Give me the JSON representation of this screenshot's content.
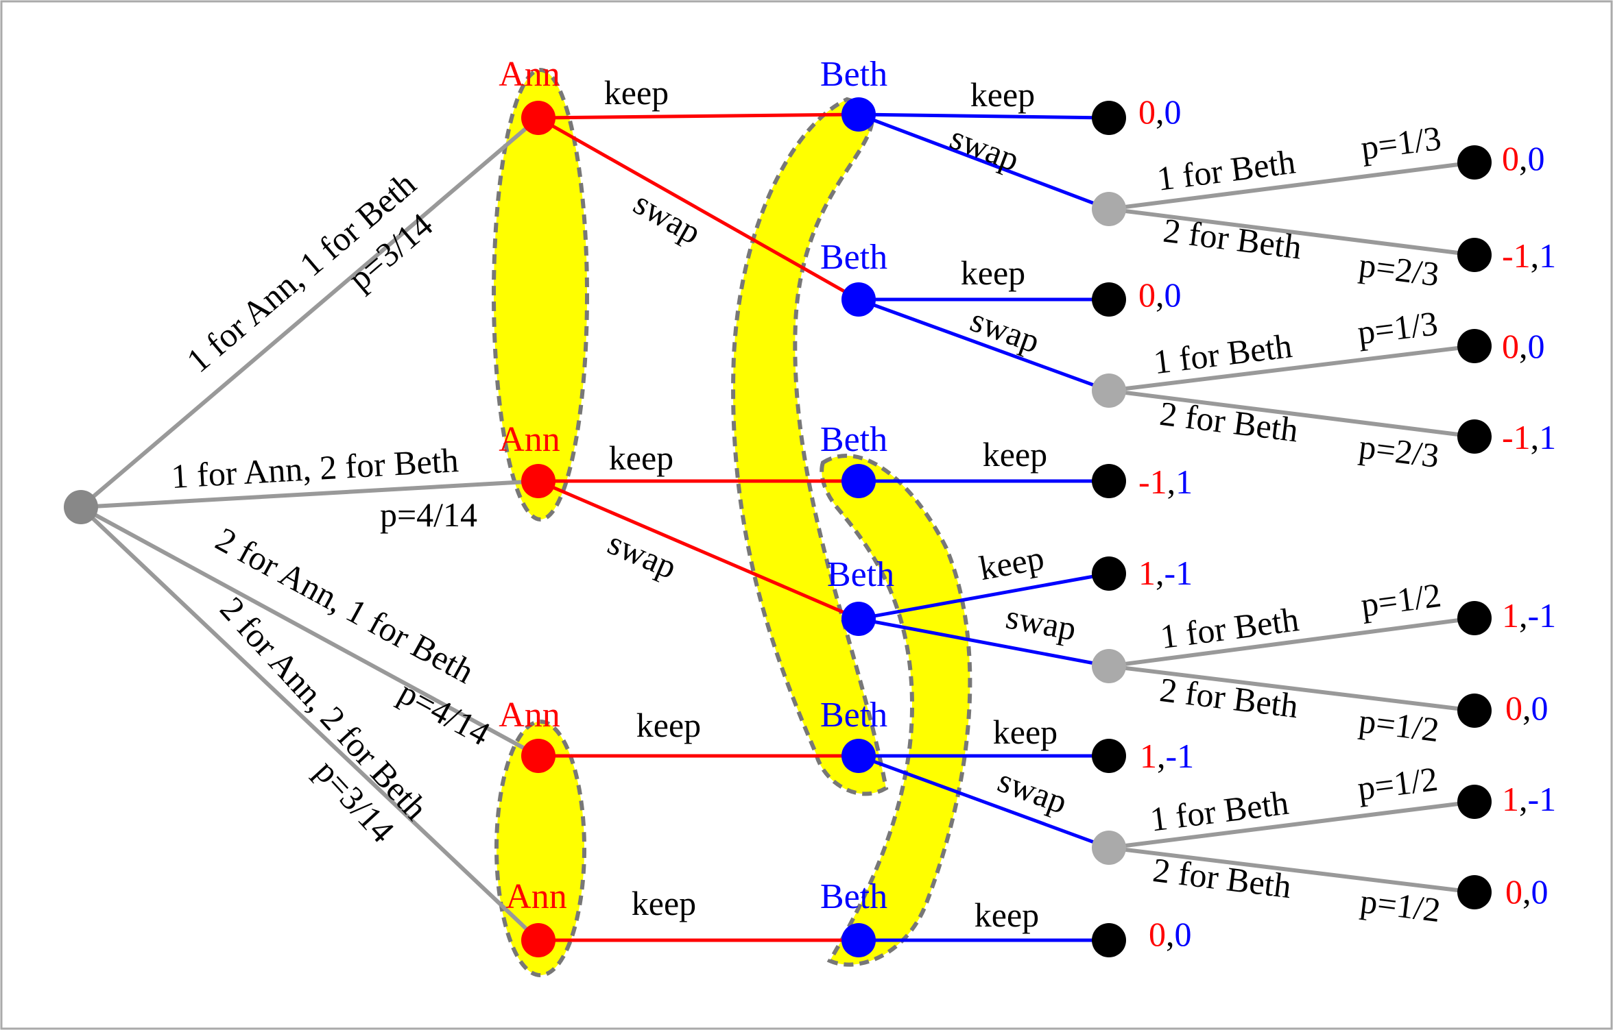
{
  "colors": {
    "ann": "#ff0000",
    "beth": "#0000ff",
    "chance": "#999999",
    "terminal": "#000000",
    "info_set": "#ffff00",
    "info_set_border": "#777777",
    "frame": "#aaaaaa"
  },
  "players": {
    "ann": "Ann",
    "beth": "Beth"
  },
  "chance_moves": {
    "m1": "1 for Ann, 1 for Beth",
    "p1": "p=3/14",
    "m2": "1 for Ann, 2 for Beth",
    "p2": "p=4/14",
    "m3": "2 for Ann, 1 for Beth",
    "p3": "p=4/14",
    "m4": "2 for Ann, 2 for Beth",
    "p4": "p=3/14"
  },
  "actions": {
    "keep": "keep",
    "swap": "swap"
  },
  "beth_draws": {
    "one": "1 for Beth",
    "two": "2 for Beth",
    "p_one_third": "p=1/3",
    "p_two_thirds": "p=2/3",
    "p_half": "p=1/2"
  },
  "payoffs": {
    "t1": [
      "0",
      "0"
    ],
    "t2": [
      "0",
      "0"
    ],
    "t3": [
      "-1",
      "1"
    ],
    "t4": [
      "0",
      "0"
    ],
    "t5": [
      "0",
      "0"
    ],
    "t6": [
      "-1",
      "1"
    ],
    "t7": [
      "-1",
      "1"
    ],
    "t8": [
      "1",
      "-1"
    ],
    "t9": [
      "1",
      "-1"
    ],
    "t10": [
      "0",
      "0"
    ],
    "t11": [
      "1",
      "-1"
    ],
    "t12": [
      "1",
      "-1"
    ],
    "t13": [
      "0",
      "0"
    ],
    "t14": [
      "0",
      "0"
    ]
  }
}
